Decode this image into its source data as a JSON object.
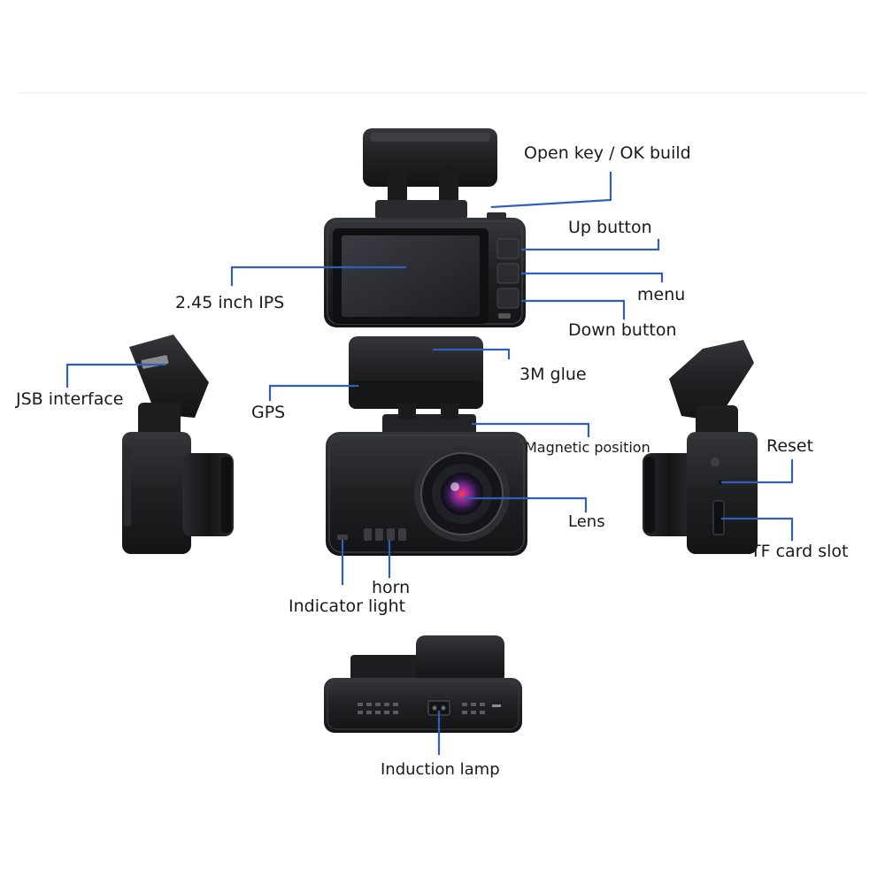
{
  "colors": {
    "leader": "#2f5fb8",
    "device_body": "#1f2022",
    "device_dark": "#121315",
    "device_edge": "#3a3c40",
    "screen": "#2b2d33",
    "lens_ring": "#3b3d42",
    "lens_iris": "#6e2a8a",
    "lens_glow": "#e0244a",
    "background": "#ffffff"
  },
  "labels": {
    "ok_key": "Open key / OK build",
    "up_button": "Up button",
    "screen_ips": "2.45 inch IPS",
    "menu": "menu",
    "down_button": "Down button",
    "usb_interface": "JSB interface",
    "gps": "GPS",
    "glue_3m": "3M glue",
    "magnetic_position": "Magnetic position",
    "reset": "Reset",
    "lens": "Lens",
    "tf_card_slot": "TF card slot",
    "horn": "horn",
    "indicator_light": "Indicator light",
    "induction_lamp": "Induction lamp"
  }
}
